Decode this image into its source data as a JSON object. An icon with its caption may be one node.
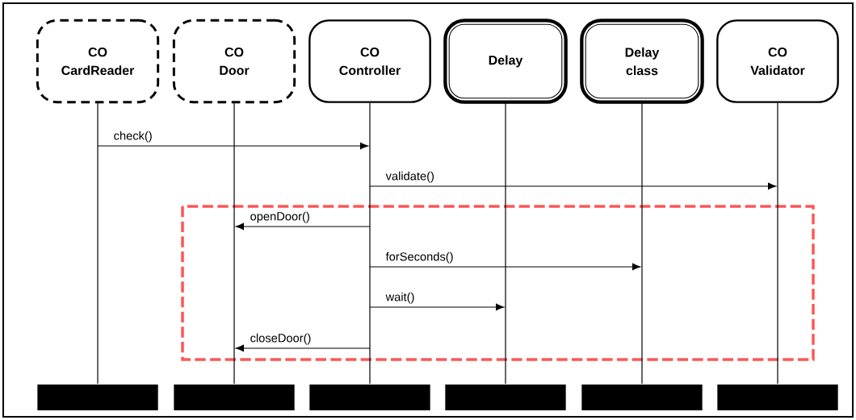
{
  "diagram": {
    "nodes": [
      {
        "text": [
          "CO CardReader"
        ]
      },
      {
        "text": [
          "CO Door"
        ]
      },
      {
        "text": [
          "CO Controller"
        ]
      },
      {
        "text": [
          "Delay"
        ]
      },
      {
        "text": [
          "Delay class"
        ]
      },
      {
        "text": [
          "CO Validator"
        ]
      },
      {
        "text": [],
        "shape": "line"
      },
      {
        "text": [],
        "shape": "line"
      },
      {
        "text": [],
        "shape": "line"
      },
      {
        "text": [],
        "shape": "line"
      },
      {
        "text": [],
        "shape": "line"
      },
      {
        "text": [],
        "shape": "line"
      },
      {
        "text": [],
        "shape": "bar"
      },
      {
        "text": [],
        "shape": "bar"
      },
      {
        "text": [],
        "shape": "bar"
      },
      {
        "text": [],
        "shape": "bar"
      },
      {
        "text": [],
        "shape": "bar"
      },
      {
        "text": [],
        "shape": "bar"
      }
    ],
    "edges": [
      {
        "from": 6,
        "to": 8,
        "arrow": "to",
        "label": "check()"
      },
      {
        "from": 8,
        "to": 11,
        "arrow": "to",
        "label": "validate()"
      },
      {
        "from": 8,
        "to": 7,
        "arrow": "to",
        "label": "openDoor()"
      },
      {
        "from": 8,
        "to": 10,
        "arrow": "to",
        "label": "forSeconds()"
      },
      {
        "from": 8,
        "to": 9,
        "arrow": "to",
        "label": "wait()"
      },
      {
        "from": 8,
        "to": 7,
        "arrow": "to",
        "label": "closeDoor()"
      }
    ]
  }
}
